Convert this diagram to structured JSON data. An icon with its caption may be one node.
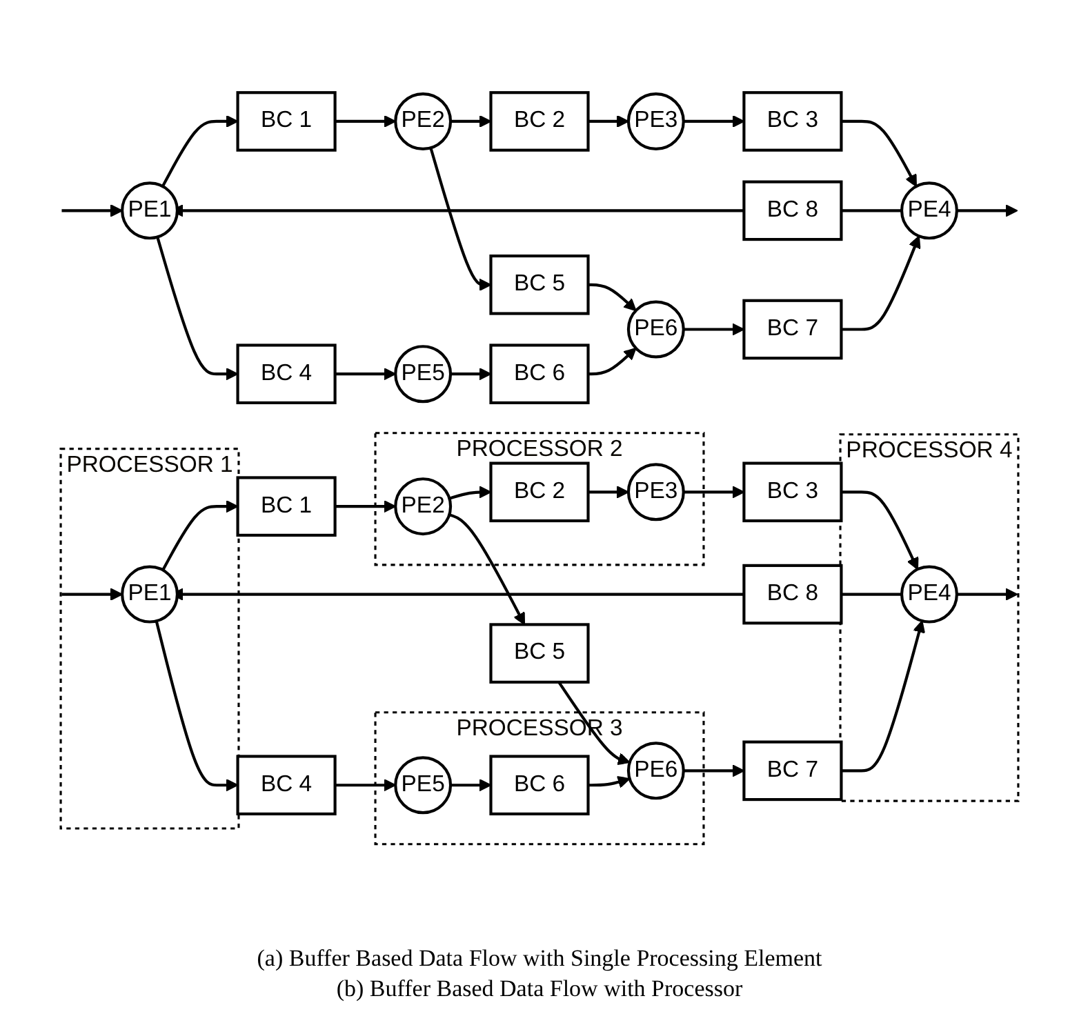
{
  "diagram": {
    "nodes": [
      {
        "text": [
          "BC 8"
        ]
      },
      {
        "text": [
          "PE1"
        ]
      },
      {
        "text": [
          "BC 1"
        ]
      },
      {
        "text": [
          "PE2"
        ]
      },
      {
        "text": [
          "BC 2"
        ]
      },
      {
        "text": [
          "PE3"
        ]
      },
      {
        "text": [
          "BC 3"
        ]
      },
      {
        "text": [
          "PE4"
        ]
      },
      {
        "text": [
          "BC 5"
        ]
      },
      {
        "text": [
          "BC 4"
        ]
      },
      {
        "text": [
          "PE5"
        ]
      },
      {
        "text": [
          "BC 6"
        ]
      },
      {
        "text": [
          "PE6"
        ]
      },
      {
        "text": [
          "BC 7"
        ]
      },
      {
        "text": [
          "PROCESSOR 1"
        ]
      },
      {
        "text": [
          "PE1"
        ],
        "in": 14
      },
      {
        "text": [
          "BC 8"
        ]
      },
      {
        "text": [
          "PROCESSOR 4"
        ]
      },
      {
        "text": [
          "PE4"
        ],
        "in": 17
      },
      {
        "text": [
          "PROCESSOR 2"
        ]
      },
      {
        "text": [
          "PE2"
        ],
        "in": 19
      },
      {
        "text": [
          "BC 2"
        ],
        "in": 19
      },
      {
        "text": [
          "PE3"
        ],
        "in": 19
      },
      {
        "text": [
          "BC 1"
        ]
      },
      {
        "text": [
          "BC 3"
        ]
      },
      {
        "text": [
          "BC 5"
        ]
      },
      {
        "text": [
          "BC 4"
        ]
      },
      {
        "text": [
          "PROCESSOR 3"
        ]
      },
      {
        "text": [
          "PE5"
        ],
        "in": 27
      },
      {
        "text": [
          "BC 6"
        ],
        "in": 27
      },
      {
        "text": [
          "PE6"
        ],
        "in": 27
      },
      {
        "text": [
          "BC 7"
        ]
      }
    ],
    "edges": [
      {
        "from": null,
        "to": 1,
        "arrow": "to"
      },
      {
        "from": 1,
        "to": 2,
        "arrow": "to"
      },
      {
        "from": 2,
        "to": 3,
        "arrow": "to"
      },
      {
        "from": 3,
        "to": 4,
        "arrow": "to"
      },
      {
        "from": 4,
        "to": 5,
        "arrow": "to"
      },
      {
        "from": 5,
        "to": 6,
        "arrow": "to"
      },
      {
        "from": 6,
        "to": 7,
        "arrow": "to"
      },
      {
        "from": 7,
        "to": null,
        "arrow": "to"
      },
      {
        "from": 7,
        "to": 0,
        "arrow": "none"
      },
      {
        "from": 0,
        "to": 1,
        "arrow": "to"
      },
      {
        "from": 3,
        "to": 8,
        "arrow": "to"
      },
      {
        "from": 8,
        "to": 12,
        "arrow": "to"
      },
      {
        "from": 1,
        "to": 9,
        "arrow": "to"
      },
      {
        "from": 9,
        "to": 10,
        "arrow": "to"
      },
      {
        "from": 10,
        "to": 11,
        "arrow": "to"
      },
      {
        "from": 11,
        "to": 12,
        "arrow": "to"
      },
      {
        "from": 12,
        "to": 13,
        "arrow": "to"
      },
      {
        "from": 13,
        "to": 7,
        "arrow": "to"
      },
      {
        "from": null,
        "to": 15,
        "arrow": "to"
      },
      {
        "from": 15,
        "to": 23,
        "arrow": "to"
      },
      {
        "from": 23,
        "to": 20,
        "arrow": "to"
      },
      {
        "from": 20,
        "to": 21,
        "arrow": "to"
      },
      {
        "from": 21,
        "to": 22,
        "arrow": "to"
      },
      {
        "from": 22,
        "to": 24,
        "arrow": "to"
      },
      {
        "from": 24,
        "to": 18,
        "arrow": "to"
      },
      {
        "from": 18,
        "to": null,
        "arrow": "to"
      },
      {
        "from": 18,
        "to": 16,
        "arrow": "none"
      },
      {
        "from": 16,
        "to": 15,
        "arrow": "to"
      },
      {
        "from": 20,
        "to": 25,
        "arrow": "to"
      },
      {
        "from": 25,
        "to": 30,
        "arrow": "to"
      },
      {
        "from": 15,
        "to": 26,
        "arrow": "to"
      },
      {
        "from": 26,
        "to": 28,
        "arrow": "to"
      },
      {
        "from": 28,
        "to": 29,
        "arrow": "to"
      },
      {
        "from": 29,
        "to": 30,
        "arrow": "to"
      },
      {
        "from": 30,
        "to": 31,
        "arrow": "to"
      },
      {
        "from": 31,
        "to": 18,
        "arrow": "to"
      }
    ],
    "labels": [
      "(a) Buffer Based Data Flow with Single Processing Element",
      "(b) Buffer Based Data Flow with Processor"
    ]
  }
}
